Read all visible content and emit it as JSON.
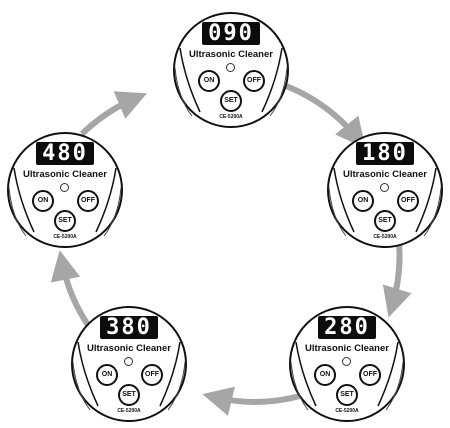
{
  "cycle": {
    "arrow_color": "#a6a6a6",
    "direction": "clockwise",
    "panels": [
      {
        "display": "090",
        "title": "Ultrasonic Cleaner",
        "buttons": {
          "on": "ON",
          "off": "OFF",
          "set": "SET"
        },
        "model": "CE-5200A"
      },
      {
        "display": "180",
        "title": "Ultrasonic Cleaner",
        "buttons": {
          "on": "ON",
          "off": "OFF",
          "set": "SET"
        },
        "model": "CE-5200A"
      },
      {
        "display": "280",
        "title": "Ultrasonic Cleaner",
        "buttons": {
          "on": "ON",
          "off": "OFF",
          "set": "SET"
        },
        "model": "CE-5200A"
      },
      {
        "display": "380",
        "title": "Ultrasonic Cleaner",
        "buttons": {
          "on": "ON",
          "off": "OFF",
          "set": "SET"
        },
        "model": "CE-5200A"
      },
      {
        "display": "480",
        "title": "Ultrasonic Cleaner",
        "buttons": {
          "on": "ON",
          "off": "OFF",
          "set": "SET"
        },
        "model": "CE-5200A"
      }
    ]
  }
}
